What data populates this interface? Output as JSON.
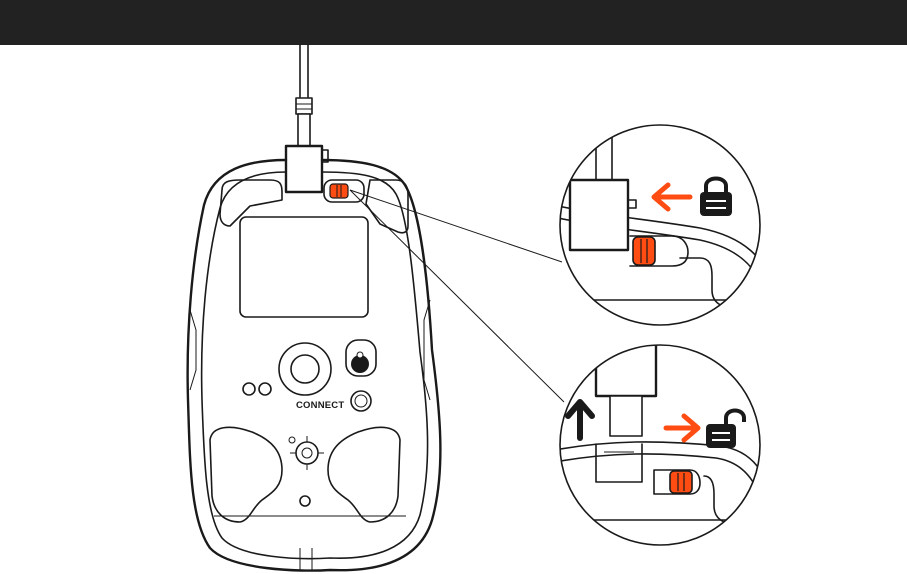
{
  "colors": {
    "header_bar": "#222222",
    "accent": "#ff4c12",
    "outline": "#1a1a1a",
    "background": "#ffffff"
  },
  "mouse": {
    "connect_label": "CONNECT"
  },
  "icons": {
    "lock": "padlock-locked",
    "unlock": "padlock-unlocked",
    "arrow_left": "arrow-left",
    "arrow_right": "arrow-right",
    "arrow_up": "arrow-up"
  }
}
